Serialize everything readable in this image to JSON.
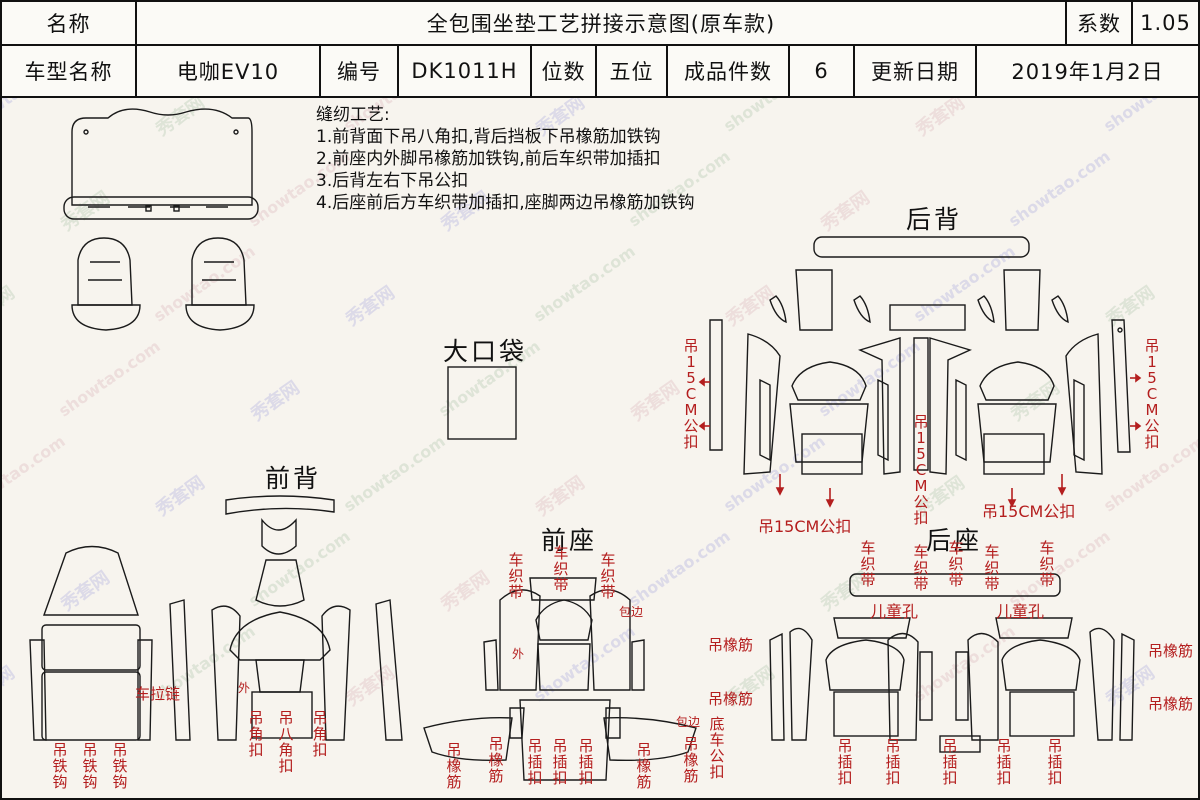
{
  "header": {
    "name_label": "名称",
    "title": "全包围坐垫工艺拼接示意图(原车款)",
    "coef_label": "系数",
    "coef_value": "1.05",
    "model_label": "车型名称",
    "model_value": "电咖EV10",
    "code_label": "编号",
    "code_value": "DK1011H",
    "seats_label": "位数",
    "seats_value": "五位",
    "count_label": "成品件数",
    "count_value": "6",
    "date_label": "更新日期",
    "date_value": "2019年1月2日"
  },
  "notes": {
    "heading": "缝纫工艺:",
    "lines": [
      "1.前背面下吊八角扣,背后挡板下吊橡筋加铁钩",
      "2.前座内外脚吊橡筋加铁钩,前后车织带加插扣",
      "3.后背左右下吊公扣",
      "4.后座前后方车织带加插扣,座脚两边吊橡筋加铁钩"
    ]
  },
  "sections": {
    "rear_back": "后背",
    "big_pocket": "大口袋",
    "front_back": "前背",
    "front_seat": "前座",
    "rear_seat": "后座"
  },
  "labels": {
    "hang15_side": "吊15CM公扣",
    "hang15_bottom": "吊15CM公扣",
    "hang_iron": "吊铁钩",
    "car_zipper": "车拉链",
    "outer": "外",
    "hang_octagon": "吊八角扣",
    "hang_corner": "吊角扣",
    "car_strap": "车织带",
    "binding": "包边",
    "hang_elastic": "吊橡筋",
    "hang_buckle": "吊插扣",
    "bottom_car_buckle": "底车公扣",
    "child_hole": "儿童孔"
  },
  "watermark": {
    "site": "showtao.com",
    "brand": "秀套网"
  },
  "colors": {
    "line": "#1a1a1a",
    "annotation": "#b41e1e",
    "background": "#f7f4ee"
  }
}
